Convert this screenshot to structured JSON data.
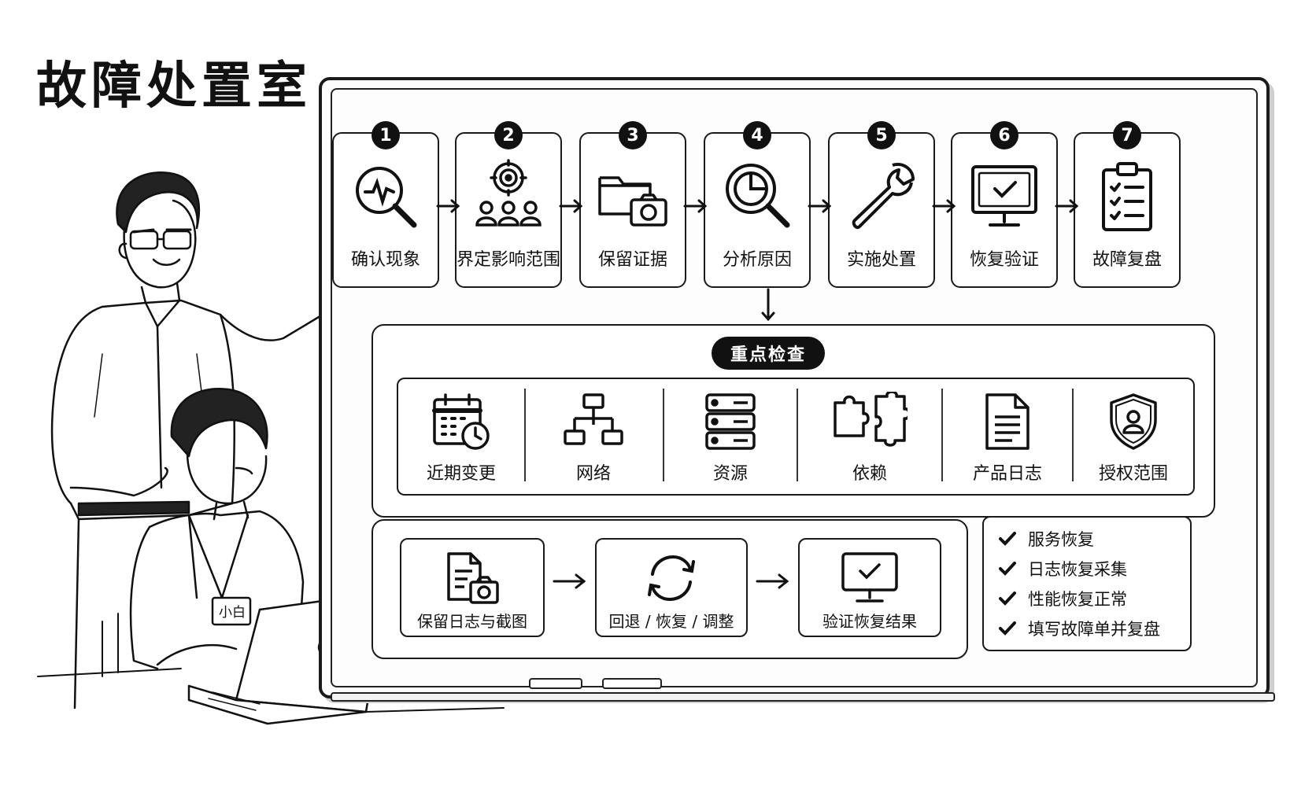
{
  "title": "故障处置室",
  "steps": [
    {
      "num": "1",
      "label": "确认现象",
      "icon": "magnifier-pulse-icon"
    },
    {
      "num": "2",
      "label": "界定影响范围",
      "icon": "target-users-icon"
    },
    {
      "num": "3",
      "label": "保留证据",
      "icon": "folder-camera-icon"
    },
    {
      "num": "4",
      "label": "分析原因",
      "icon": "magnifier-pie-icon"
    },
    {
      "num": "5",
      "label": "实施处置",
      "icon": "wrench-icon"
    },
    {
      "num": "6",
      "label": "恢复验证",
      "icon": "monitor-check-icon"
    },
    {
      "num": "7",
      "label": "故障复盘",
      "icon": "clipboard-checklist-icon"
    }
  ],
  "focus": {
    "title": "重点检查",
    "items": [
      {
        "label": "近期变更",
        "icon": "calendar-clock-icon"
      },
      {
        "label": "网络",
        "icon": "network-tree-icon"
      },
      {
        "label": "资源",
        "icon": "server-stack-icon"
      },
      {
        "label": "依赖",
        "icon": "puzzle-icon"
      },
      {
        "label": "产品日志",
        "icon": "document-icon"
      },
      {
        "label": "授权范围",
        "icon": "shield-user-icon"
      }
    ]
  },
  "flow": [
    {
      "label": "保留日志与截图",
      "icon": "document-camera-icon"
    },
    {
      "label": "回退 / 恢复 / 调整",
      "icon": "refresh-icon"
    },
    {
      "label": "验证恢复结果",
      "icon": "monitor-check-icon"
    }
  ],
  "checklist": [
    "服务恢复",
    "日志恢复采集",
    "性能恢复正常",
    "填写故障单并复盘"
  ],
  "badge_name": "小白"
}
